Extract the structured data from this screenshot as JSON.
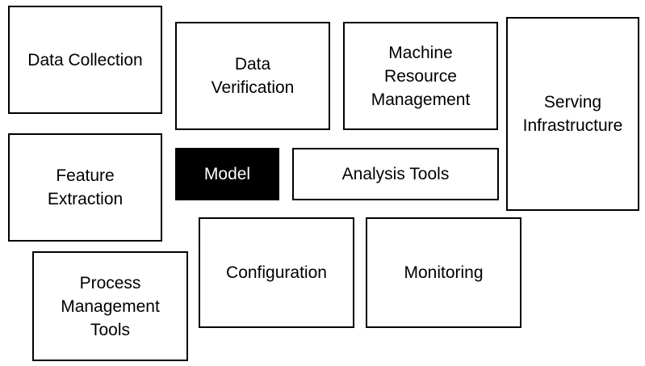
{
  "diagram": {
    "boxes": [
      {
        "id": "data-collection",
        "label": "Data Collection"
      },
      {
        "id": "data-verification",
        "label": "Data\nVerification"
      },
      {
        "id": "machine-resource-management",
        "label": "Machine\nResource\nManagement"
      },
      {
        "id": "serving-infrastructure",
        "label": "Serving\nInfrastructure"
      },
      {
        "id": "feature-extraction",
        "label": "Feature\nExtraction"
      },
      {
        "id": "model",
        "label": "Model",
        "fill": "#000000",
        "text_color": "#ffffff"
      },
      {
        "id": "analysis-tools",
        "label": "Analysis Tools"
      },
      {
        "id": "configuration",
        "label": "Configuration"
      },
      {
        "id": "monitoring",
        "label": "Monitoring"
      },
      {
        "id": "process-management-tools",
        "label": "Process\nManagement\nTools"
      }
    ]
  }
}
